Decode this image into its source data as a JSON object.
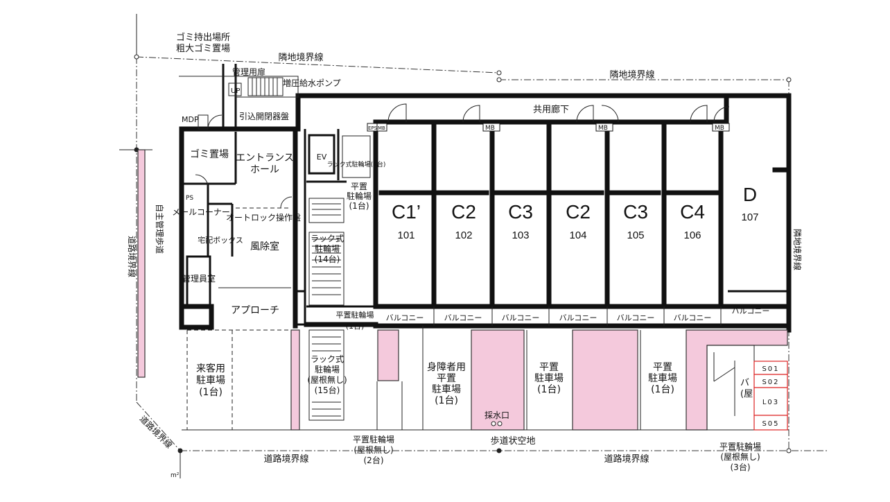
{
  "labels": {
    "garbage_collect": "ゴミ持出場所",
    "bulky_garbage": "粗大ゴミ置場",
    "neighbor_top_left": "隣地境界線",
    "neighbor_top_right": "隣地境界線",
    "neighbor_right": "隣地境界線",
    "mgmt_door": "管理用扉",
    "pump": "増圧給水ポンプ",
    "up": "UP",
    "incoming_panel": "引込開閉器盤",
    "mdp": "MDP",
    "common_corridor": "共用廊下",
    "eps": "EPS",
    "mb": "MB",
    "garbage_room": "ゴミ置場",
    "entrance_hall_1": "エントランス",
    "entrance_hall_2": "ホール",
    "ev": "EV",
    "rack_bike_top": "ラック式駐輪場(4台)",
    "flat_bike_1": "平置",
    "flat_bike_2": "駐輪場",
    "flat_bike_3": "(1台)",
    "ps": "PS",
    "mail_corner": "メールコーナー",
    "autolock": "オートロック操作盤",
    "delivery_box": "宅配ボックス",
    "windbreak": "風除室",
    "rack_bike_mid_1": "ラック式",
    "rack_bike_mid_2": "駐輪場",
    "rack_bike_mid_3": "(14台)",
    "mgr_room": "管理員室",
    "approach": "アプローチ",
    "flat_bike_small": "平置駐輪場",
    "flat_bike_small_count": "(1台)",
    "road_left": "道路境界線",
    "self_walk": "自主管理歩道",
    "visitor_parking_1": "来客用",
    "visitor_parking_2": "駐車場",
    "visitor_parking_3": "(1台)",
    "rack_bike_low_1": "ラック式",
    "rack_bike_low_2": "駐輪場",
    "rack_bike_low_3": "(屋根無し)",
    "rack_bike_low_4": "(15台)",
    "disabled_parking_1": "身障者用",
    "disabled_parking_2": "平置",
    "disabled_parking_3": "駐車場",
    "disabled_parking_4": "(1台)",
    "water_intake": "採水口",
    "flat_parking_a_1": "平置",
    "flat_parking_a_2": "駐車場",
    "flat_parking_a_3": "(1台)",
    "flat_parking_b_1": "平置",
    "flat_parking_b_2": "駐車場",
    "flat_parking_b_3": "(1台)",
    "balcony": "バルコニー",
    "sidewalk_space": "歩道状空地",
    "road_bottom_left": "道路境界線",
    "road_bottom_right": "道路境界線",
    "road_diag": "道路境界線",
    "flat_bike_bottom_1": "平置駐輪場",
    "flat_bike_bottom_2": "(屋根無し)",
    "flat_bike_bottom_3": "(2台)",
    "flat_bike_right_1": "平置駐輪場",
    "flat_bike_right_2": "(屋根無し)",
    "flat_bike_right_3": "(3台)",
    "right_partial_1": "バ",
    "right_partial_2": "(屋",
    "unit_m2": "m²"
  },
  "units": [
    {
      "type": "C1’",
      "number": "101"
    },
    {
      "type": "C2",
      "number": "102"
    },
    {
      "type": "C3",
      "number": "103"
    },
    {
      "type": "C2",
      "number": "104"
    },
    {
      "type": "C3",
      "number": "105"
    },
    {
      "type": "C4",
      "number": "106"
    },
    {
      "type": "D",
      "number": "107"
    }
  ],
  "bike_slots": [
    "S01",
    "S02",
    "L03",
    "S05"
  ]
}
